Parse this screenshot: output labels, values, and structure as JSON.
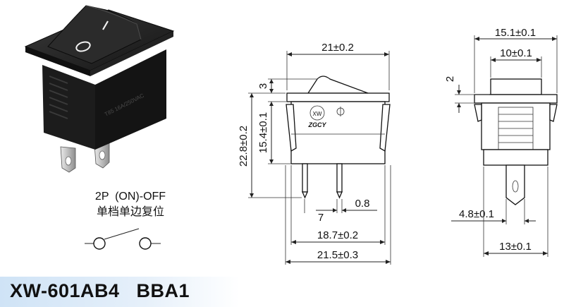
{
  "model": {
    "code": "XW-601AB4",
    "variant": "BBA1"
  },
  "switch_spec": {
    "poles_function": "2P  (ON)-OFF",
    "description": "单档单边复位"
  },
  "front_view": {
    "width_top": "21±0.2",
    "rocker_height": "3",
    "body_height": "15.4±0.1",
    "total_height": "22.8±0.2",
    "terminal_width": "0.8",
    "terminal_pitch": "7",
    "terminal_span": "18.7±0.2",
    "base_width": "21.5±0.3",
    "brand_mark": "ZGCY",
    "logo_mark": "XW"
  },
  "side_view": {
    "flange_width": "15.1±0.1",
    "rocker_width": "10±0.1",
    "rocker_height": "2",
    "terminal_width": "4.8±0.1",
    "base_width": "13±0.1"
  },
  "product_photo": {
    "body_marking": "T85 16A/250VAC"
  },
  "colors": {
    "title_bar": "#cfe3f6",
    "body": "#1b1b1b",
    "metal": "#c8c8c8"
  }
}
